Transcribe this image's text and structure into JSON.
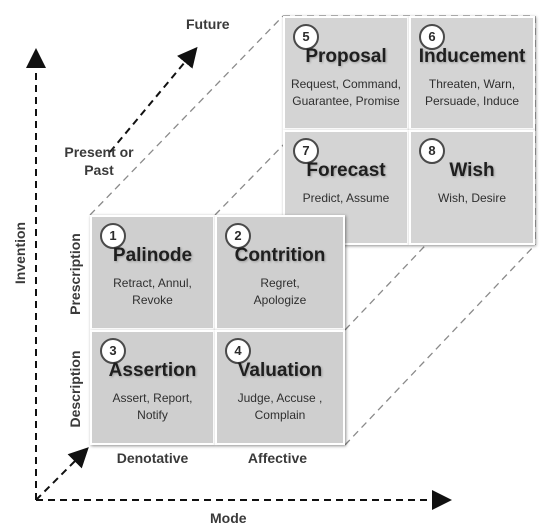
{
  "axes": {
    "vertical": "Invention",
    "horizontal": "Mode",
    "depth_far": "Future",
    "depth_near": "Present or Past"
  },
  "rows": {
    "top": "Prescription",
    "bottom": "Description"
  },
  "columns": {
    "left": "Denotative",
    "right": "Affective"
  },
  "cells": [
    {
      "num": "1",
      "title": "Palinode",
      "verbs": "Retract, Annul, Revoke"
    },
    {
      "num": "2",
      "title": "Contrition",
      "verbs": "Regret, Apologize"
    },
    {
      "num": "3",
      "title": "Assertion",
      "verbs": "Assert, Report, Notify"
    },
    {
      "num": "4",
      "title": "Valuation",
      "verbs": "Judge, Accuse , Complain"
    },
    {
      "num": "5",
      "title": "Proposal",
      "verbs": "Request, Command, Guarantee, Promise"
    },
    {
      "num": "6",
      "title": "Inducement",
      "verbs": "Threaten, Warn, Persuade, Induce"
    },
    {
      "num": "7",
      "title": "Forecast",
      "verbs": "Predict, Assume"
    },
    {
      "num": "8",
      "title": "Wish",
      "verbs": "Wish, Desire"
    }
  ],
  "colors": {
    "cell": "#cfcfcf",
    "axis": "#111111",
    "guide": "#8a8a8a"
  }
}
